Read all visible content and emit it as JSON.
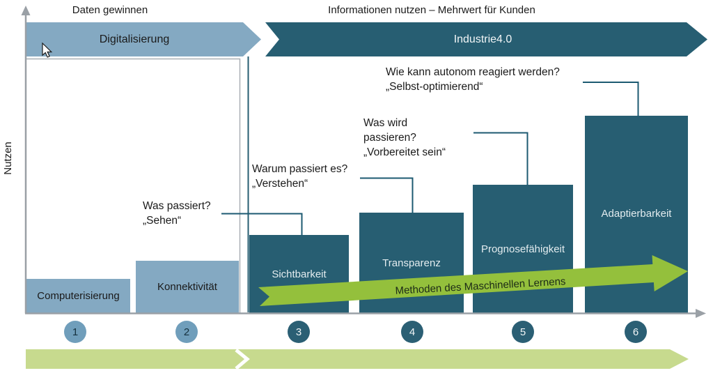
{
  "axes": {
    "y_label": "Nutzen"
  },
  "banners": {
    "digitalisierung": "Digitalisierung",
    "industrie": "Industrie4.0"
  },
  "stages": [
    {
      "num": "1",
      "label": "Computerisierung",
      "theme": "light"
    },
    {
      "num": "2",
      "label": "Konnektivität",
      "theme": "light"
    },
    {
      "num": "3",
      "label": "Sichtbarkeit",
      "theme": "dark"
    },
    {
      "num": "4",
      "label": "Transparenz",
      "theme": "dark"
    },
    {
      "num": "5",
      "label": "Prognosefähigkeit",
      "theme": "dark"
    },
    {
      "num": "6",
      "label": "Adaptierbarkeit",
      "theme": "dark"
    }
  ],
  "annotations": [
    {
      "lines": [
        "Was passiert?",
        "„Sehen“"
      ]
    },
    {
      "lines": [
        "Warum passiert es?",
        "„Verstehen“"
      ]
    },
    {
      "lines": [
        "Was wird",
        "passieren?",
        "„Vorbereitet sein“"
      ]
    },
    {
      "lines": [
        "Wie kann autonom reagiert werden?",
        "„Selbst-optimierend“"
      ]
    }
  ],
  "ml_arrow": {
    "label": "Methoden des Maschinellen Lernens"
  },
  "bottom_band": {
    "left": "Daten gewinnen",
    "right": "Informationen nutzen – Mehrwert für Kunden"
  },
  "colors": {
    "light_blue": "#84a9c2",
    "dark_teal": "#275e72",
    "circle_light": "#709ebb",
    "circle_dark": "#2b5f74",
    "green_arrow": "#94c03c",
    "light_green_band": "#c7da8e",
    "axis_gray": "#9aa0a6",
    "connector": "#1c5a71"
  }
}
